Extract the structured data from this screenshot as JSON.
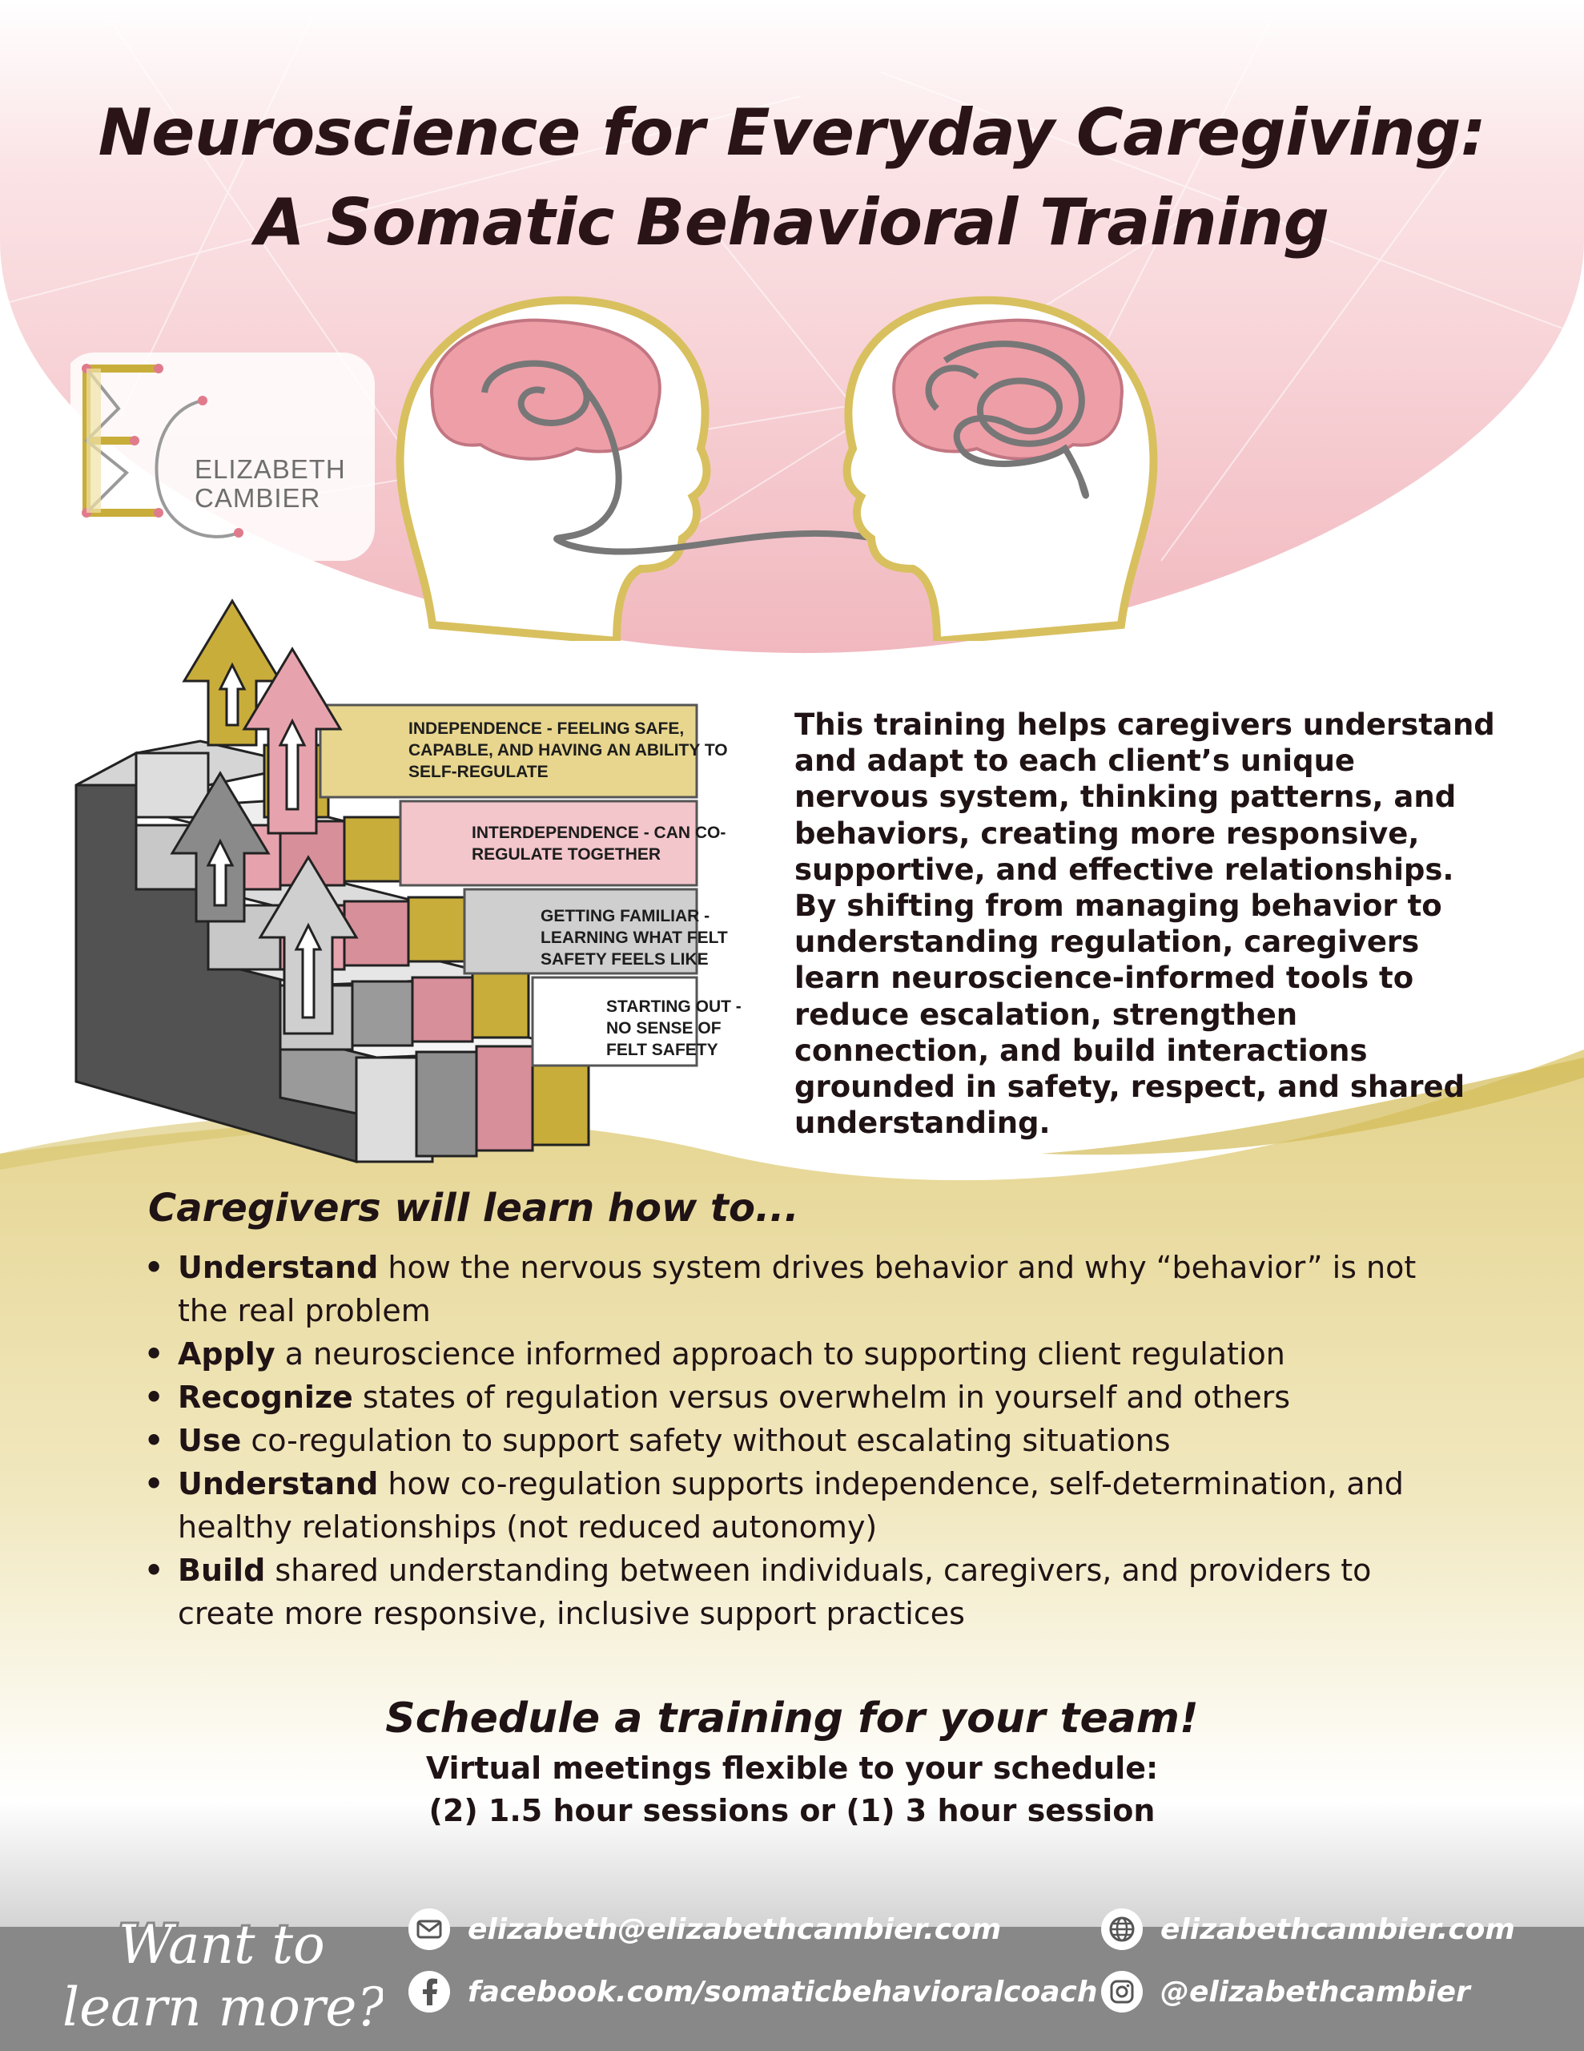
{
  "title": {
    "line1": "Neuroscience for Everyday Caregiving:",
    "line2": "A Somatic Behavioral Training"
  },
  "logo": {
    "line1": "ELIZABETH",
    "line2": "CAMBIER"
  },
  "steps": [
    {
      "label": "INDEPENDENCE - FEELING SAFE, CAPABLE, AND HAVING AN ABILITY TO SELF-REGULATE"
    },
    {
      "label": "INTERDEPENDENCE - CAN CO-REGULATE TOGETHER"
    },
    {
      "label": "GETTING FAMILIAR - LEARNING WHAT FELT SAFETY FEELS LIKE"
    },
    {
      "label": "STARTING OUT - NO SENSE OF FELT SAFETY"
    }
  ],
  "description": "This training helps caregivers understand and adapt to each client’s unique nervous system, thinking patterns, and behaviors, creating more responsive, supportive, and effective relationships. By shifting from managing behavior to understanding regulation, caregivers learn neuroscience-informed tools to reduce escalation, strengthen connection, and build interactions grounded in safety, respect, and shared understanding.",
  "learn": {
    "heading": "Caregivers will learn how to...",
    "bullets": [
      {
        "bold": "Understand",
        "rest": " how the nervous system drives behavior and why “behavior” is not the real problem"
      },
      {
        "bold": "Apply",
        "rest": " a neuroscience informed approach to supporting client regulation"
      },
      {
        "bold": "Recognize",
        "rest": " states of regulation versus overwhelm in yourself and others"
      },
      {
        "bold": "Use",
        "rest": " co-regulation to support safety without escalating situations"
      },
      {
        "bold": "Understand",
        "rest": " how co-regulation supports independence, self-determination, and healthy relationships (not reduced autonomy)"
      },
      {
        "bold": "Build",
        "rest": " shared understanding between individuals, caregivers, and providers to create more responsive, inclusive support practices"
      }
    ]
  },
  "cta": {
    "headline": "Schedule a training for your team!",
    "line1": "Virtual meetings flexible to your schedule:",
    "line2": "(2) 1.5 hour sessions or (1) 3 hour session"
  },
  "footer": {
    "want_line1": "Want to",
    "want_line2": "learn more?",
    "email": "elizabeth@elizabethcambier.com",
    "facebook": "facebook.com/somaticbehavioralcoach",
    "website": "elizabethcambier.com",
    "instagram": "@elizabethcambier"
  },
  "colors": {
    "pink": "#f3c3c8",
    "gold": "#c9ad3a",
    "cream": "#e6d690",
    "gray": "#888888",
    "dark": "#2a1418"
  },
  "icons": [
    "mail-icon",
    "facebook-icon",
    "globe-icon",
    "instagram-icon",
    "brain-icon",
    "arrow-up-icon"
  ]
}
